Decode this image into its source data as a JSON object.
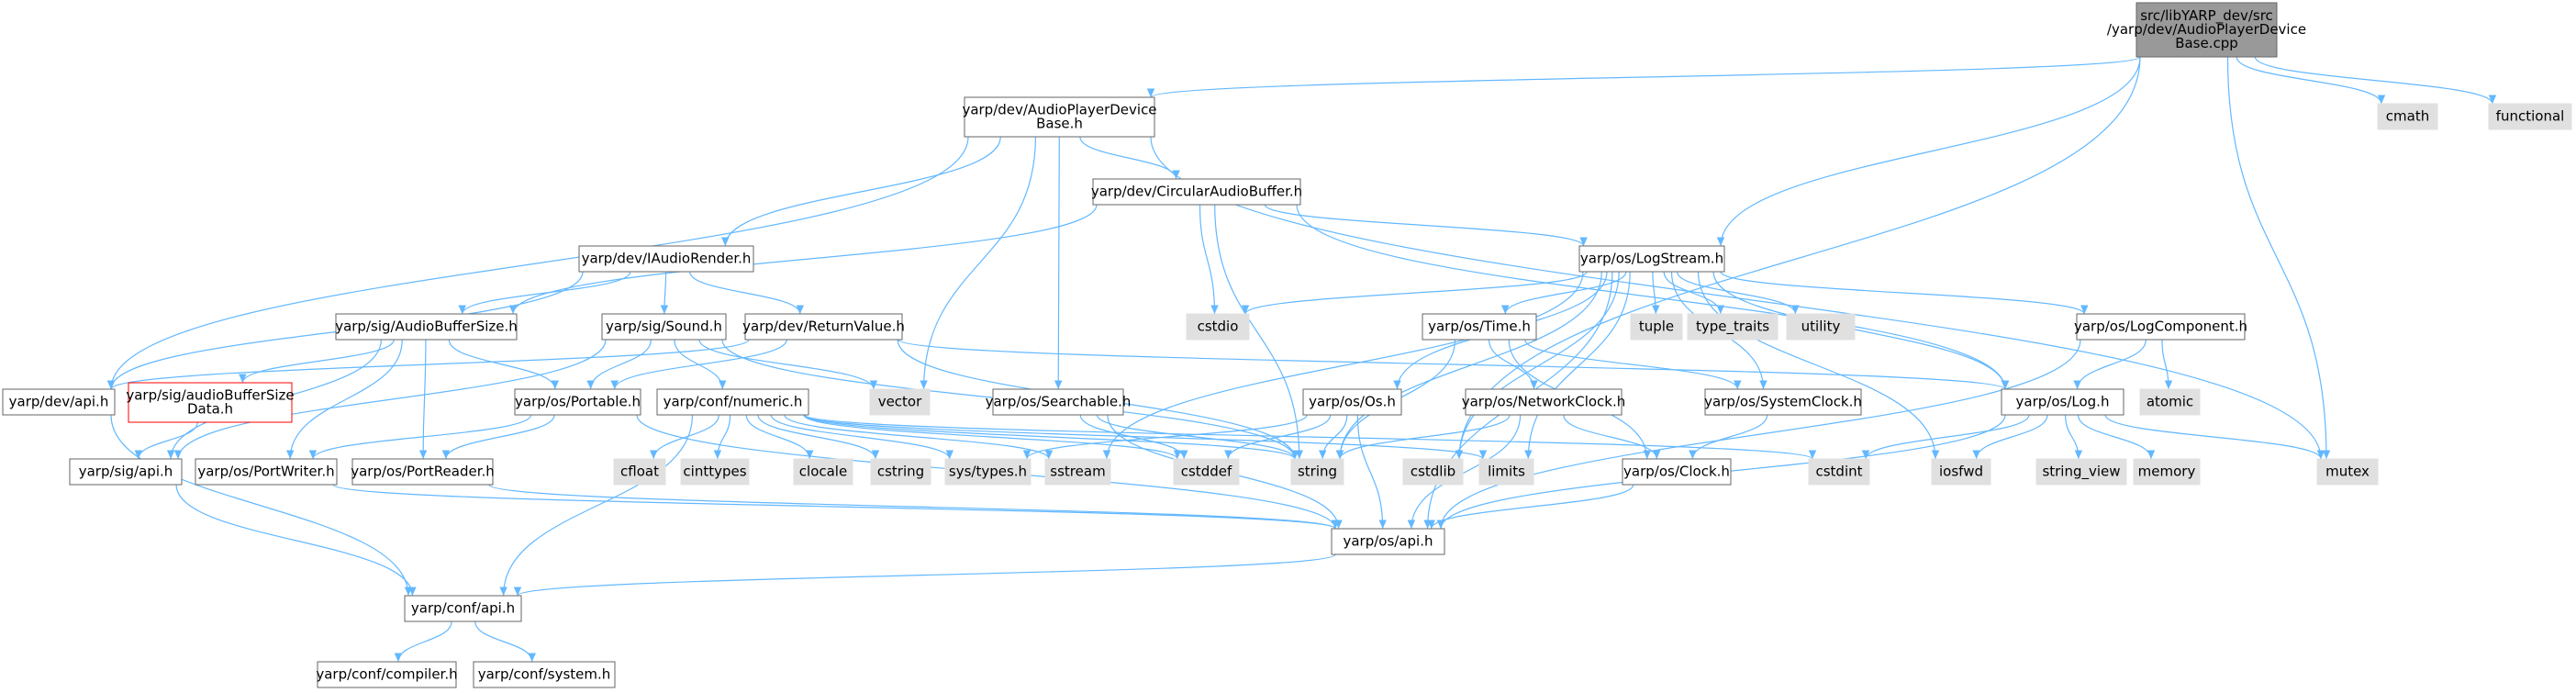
{
  "colors": {
    "edge": "#63b8ff",
    "box_border": "#666666",
    "box_fill": "#ffffff",
    "root_fill": "#999999",
    "external_fill": "#e0e0e0",
    "highlight_border": "#ff0000"
  },
  "nodes": [
    {
      "id": "root",
      "lines": [
        "src/libYARP_dev/src",
        "/yarp/dev/AudioPlayerDevice",
        "Base.cpp"
      ],
      "kind": "root"
    },
    {
      "id": "apdb_h",
      "lines": [
        "yarp/dev/AudioPlayerDevice",
        "Base.h"
      ],
      "kind": "file"
    },
    {
      "id": "cmath",
      "lines": [
        "cmath"
      ],
      "kind": "external"
    },
    {
      "id": "functional",
      "lines": [
        "functional"
      ],
      "kind": "external"
    },
    {
      "id": "circbuf",
      "lines": [
        "yarp/dev/CircularAudioBuffer.h"
      ],
      "kind": "file"
    },
    {
      "id": "iaudiorender",
      "lines": [
        "yarp/dev/IAudioRender.h"
      ],
      "kind": "file"
    },
    {
      "id": "logstream",
      "lines": [
        "yarp/os/LogStream.h"
      ],
      "kind": "file"
    },
    {
      "id": "audiobufsize",
      "lines": [
        "yarp/sig/AudioBufferSize.h"
      ],
      "kind": "file"
    },
    {
      "id": "sound",
      "lines": [
        "yarp/sig/Sound.h"
      ],
      "kind": "file"
    },
    {
      "id": "returnvalue",
      "lines": [
        "yarp/dev/ReturnValue.h"
      ],
      "kind": "file"
    },
    {
      "id": "cstdio",
      "lines": [
        "cstdio"
      ],
      "kind": "external"
    },
    {
      "id": "time",
      "lines": [
        "yarp/os/Time.h"
      ],
      "kind": "file"
    },
    {
      "id": "tuple",
      "lines": [
        "tuple"
      ],
      "kind": "external"
    },
    {
      "id": "type_traits",
      "lines": [
        "type_traits"
      ],
      "kind": "external"
    },
    {
      "id": "utility",
      "lines": [
        "utility"
      ],
      "kind": "external"
    },
    {
      "id": "logcomponent",
      "lines": [
        "yarp/os/LogComponent.h"
      ],
      "kind": "file"
    },
    {
      "id": "devapi",
      "lines": [
        "yarp/dev/api.h"
      ],
      "kind": "file"
    },
    {
      "id": "abs_data",
      "lines": [
        "yarp/sig/audioBufferSize",
        "Data.h"
      ],
      "kind": "highlight"
    },
    {
      "id": "portable",
      "lines": [
        "yarp/os/Portable.h"
      ],
      "kind": "file"
    },
    {
      "id": "numeric",
      "lines": [
        "yarp/conf/numeric.h"
      ],
      "kind": "file"
    },
    {
      "id": "vector",
      "lines": [
        "vector"
      ],
      "kind": "external"
    },
    {
      "id": "searchable",
      "lines": [
        "yarp/os/Searchable.h"
      ],
      "kind": "file"
    },
    {
      "id": "os_os",
      "lines": [
        "yarp/os/Os.h"
      ],
      "kind": "file"
    },
    {
      "id": "networkclock",
      "lines": [
        "yarp/os/NetworkClock.h"
      ],
      "kind": "file"
    },
    {
      "id": "systemclock",
      "lines": [
        "yarp/os/SystemClock.h"
      ],
      "kind": "file"
    },
    {
      "id": "log",
      "lines": [
        "yarp/os/Log.h"
      ],
      "kind": "file"
    },
    {
      "id": "atomic",
      "lines": [
        "atomic"
      ],
      "kind": "external"
    },
    {
      "id": "sigapi",
      "lines": [
        "yarp/sig/api.h"
      ],
      "kind": "file"
    },
    {
      "id": "portwriter",
      "lines": [
        "yarp/os/PortWriter.h"
      ],
      "kind": "file"
    },
    {
      "id": "portreader",
      "lines": [
        "yarp/os/PortReader.h"
      ],
      "kind": "file"
    },
    {
      "id": "cfloat",
      "lines": [
        "cfloat"
      ],
      "kind": "external"
    },
    {
      "id": "cinttypes",
      "lines": [
        "cinttypes"
      ],
      "kind": "external"
    },
    {
      "id": "clocale",
      "lines": [
        "clocale"
      ],
      "kind": "external"
    },
    {
      "id": "cstring",
      "lines": [
        "cstring"
      ],
      "kind": "external"
    },
    {
      "id": "systypes",
      "lines": [
        "sys/types.h"
      ],
      "kind": "external"
    },
    {
      "id": "sstream",
      "lines": [
        "sstream"
      ],
      "kind": "external"
    },
    {
      "id": "cstddef",
      "lines": [
        "cstddef"
      ],
      "kind": "external"
    },
    {
      "id": "string",
      "lines": [
        "string"
      ],
      "kind": "external"
    },
    {
      "id": "cstdlib",
      "lines": [
        "cstdlib"
      ],
      "kind": "external"
    },
    {
      "id": "limits",
      "lines": [
        "limits"
      ],
      "kind": "external"
    },
    {
      "id": "clock",
      "lines": [
        "yarp/os/Clock.h"
      ],
      "kind": "file"
    },
    {
      "id": "cstdint",
      "lines": [
        "cstdint"
      ],
      "kind": "external"
    },
    {
      "id": "iosfwd",
      "lines": [
        "iosfwd"
      ],
      "kind": "external"
    },
    {
      "id": "string_view",
      "lines": [
        "string_view"
      ],
      "kind": "external"
    },
    {
      "id": "memory",
      "lines": [
        "memory"
      ],
      "kind": "external"
    },
    {
      "id": "mutex",
      "lines": [
        "mutex"
      ],
      "kind": "external"
    },
    {
      "id": "osapi",
      "lines": [
        "yarp/os/api.h"
      ],
      "kind": "file"
    },
    {
      "id": "confapi",
      "lines": [
        "yarp/conf/api.h"
      ],
      "kind": "file"
    },
    {
      "id": "compiler",
      "lines": [
        "yarp/conf/compiler.h"
      ],
      "kind": "file"
    },
    {
      "id": "system",
      "lines": [
        "yarp/conf/system.h"
      ],
      "kind": "file"
    }
  ],
  "edges": [
    [
      "root",
      "apdb_h"
    ],
    [
      "root",
      "cmath"
    ],
    [
      "root",
      "functional"
    ],
    [
      "root",
      "logstream"
    ],
    [
      "root",
      "mutex"
    ],
    [
      "root",
      "cstdlib"
    ],
    [
      "apdb_h",
      "circbuf"
    ],
    [
      "apdb_h",
      "iaudiorender"
    ],
    [
      "apdb_h",
      "searchable"
    ],
    [
      "apdb_h",
      "vector"
    ],
    [
      "apdb_h",
      "mutex"
    ],
    [
      "apdb_h",
      "devapi"
    ],
    [
      "circbuf",
      "logstream"
    ],
    [
      "circbuf",
      "log"
    ],
    [
      "circbuf",
      "cstdio"
    ],
    [
      "circbuf",
      "string"
    ],
    [
      "circbuf",
      "audiobufsize"
    ],
    [
      "iaudiorender",
      "audiobufsize"
    ],
    [
      "iaudiorender",
      "sound"
    ],
    [
      "iaudiorender",
      "returnvalue"
    ],
    [
      "iaudiorender",
      "devapi"
    ],
    [
      "logstream",
      "cstdio"
    ],
    [
      "logstream",
      "tuple"
    ],
    [
      "logstream",
      "type_traits"
    ],
    [
      "logstream",
      "utility"
    ],
    [
      "logstream",
      "logcomponent"
    ],
    [
      "logstream",
      "log"
    ],
    [
      "logstream",
      "time"
    ],
    [
      "logstream",
      "os_os"
    ],
    [
      "logstream",
      "systemclock"
    ],
    [
      "logstream",
      "string"
    ],
    [
      "logstream",
      "sstream"
    ],
    [
      "logstream",
      "iosfwd"
    ],
    [
      "logstream",
      "osapi"
    ],
    [
      "logstream",
      "cstdlib"
    ],
    [
      "logstream",
      "limits"
    ],
    [
      "audiobufsize",
      "abs_data"
    ],
    [
      "audiobufsize",
      "portable"
    ],
    [
      "audiobufsize",
      "portwriter"
    ],
    [
      "audiobufsize",
      "portreader"
    ],
    [
      "audiobufsize",
      "sigapi"
    ],
    [
      "sound",
      "portable"
    ],
    [
      "sound",
      "numeric"
    ],
    [
      "sound",
      "vector"
    ],
    [
      "sound",
      "string"
    ],
    [
      "sound",
      "sigapi"
    ],
    [
      "returnvalue",
      "portable"
    ],
    [
      "returnvalue",
      "string"
    ],
    [
      "returnvalue",
      "log"
    ],
    [
      "returnvalue",
      "devapi"
    ],
    [
      "time",
      "networkclock"
    ],
    [
      "time",
      "systemclock"
    ],
    [
      "time",
      "clock"
    ],
    [
      "time",
      "string"
    ],
    [
      "logcomponent",
      "log"
    ],
    [
      "logcomponent",
      "atomic"
    ],
    [
      "logcomponent",
      "osapi"
    ],
    [
      "devapi",
      "confapi"
    ],
    [
      "abs_data",
      "sigapi"
    ],
    [
      "portable",
      "portwriter"
    ],
    [
      "portable",
      "portreader"
    ],
    [
      "portable",
      "osapi"
    ],
    [
      "numeric",
      "cfloat"
    ],
    [
      "numeric",
      "cinttypes"
    ],
    [
      "numeric",
      "clocale"
    ],
    [
      "numeric",
      "cstring"
    ],
    [
      "numeric",
      "systypes"
    ],
    [
      "numeric",
      "sstream"
    ],
    [
      "numeric",
      "cstddef"
    ],
    [
      "numeric",
      "string"
    ],
    [
      "numeric",
      "cstdint"
    ],
    [
      "numeric",
      "limits"
    ],
    [
      "numeric",
      "confapi"
    ],
    [
      "searchable",
      "string"
    ],
    [
      "searchable",
      "cstddef"
    ],
    [
      "searchable",
      "osapi"
    ],
    [
      "os_os",
      "string"
    ],
    [
      "os_os",
      "cstddef"
    ],
    [
      "os_os",
      "systypes"
    ],
    [
      "os_os",
      "osapi"
    ],
    [
      "networkclock",
      "clock"
    ],
    [
      "networkclock",
      "string"
    ],
    [
      "networkclock",
      "osapi"
    ],
    [
      "systemclock",
      "clock"
    ],
    [
      "log",
      "cstdint"
    ],
    [
      "log",
      "iosfwd"
    ],
    [
      "log",
      "string_view"
    ],
    [
      "log",
      "memory"
    ],
    [
      "log",
      "mutex"
    ],
    [
      "log",
      "osapi"
    ],
    [
      "sigapi",
      "confapi"
    ],
    [
      "portwriter",
      "osapi"
    ],
    [
      "portreader",
      "osapi"
    ],
    [
      "clock",
      "osapi"
    ],
    [
      "osapi",
      "confapi"
    ],
    [
      "confapi",
      "compiler"
    ],
    [
      "confapi",
      "system"
    ]
  ]
}
